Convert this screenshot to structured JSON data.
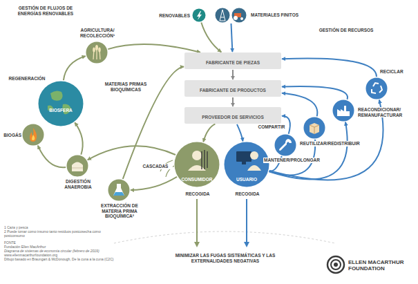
{
  "diagram": {
    "nodes": [
      {
        "text": [
          "RENOVABLES"
        ]
      },
      {
        "text": [
          "MATERIALES FINITOS"
        ]
      },
      {
        "text": [
          "FABRICANTE DE PIEZAS"
        ]
      },
      {
        "text": [
          "FABRICANTE DE PRODUCTOS"
        ]
      },
      {
        "text": [
          "PROVEEDOR DE SERVICIOS"
        ]
      },
      {
        "text": [
          "CONSUMIDOR"
        ]
      },
      {
        "text": [
          "USUARIO"
        ]
      },
      {
        "text": [
          "AGRICULTURA/ RECOLECCIÓN¹"
        ]
      },
      {
        "text": [
          "BIOSFERA"
        ]
      },
      {
        "text": [
          "BIOGÁS"
        ]
      },
      {
        "text": [
          "DIGESTIÓN ANAEROBIA"
        ]
      },
      {
        "text": [
          "EXTRACCIÓN DE MATERIA PRIMA BIOQUÍMICA²"
        ]
      },
      {
        "text": [
          "MANTENER/PROLONGAR"
        ]
      },
      {
        "text": [
          "REUTILIZAR/REDISTRIBUIR"
        ]
      },
      {
        "text": [
          "REACONDICIONAR/ REMANUFACTURAR"
        ]
      },
      {
        "text": [
          "RECICLAR"
        ]
      }
    ],
    "edges": [
      {
        "from": 0,
        "to": 2,
        "arrow": "to"
      },
      {
        "from": 1,
        "to": 2,
        "arrow": "to"
      },
      {
        "from": 2,
        "to": 3,
        "arrow": "to"
      },
      {
        "from": 3,
        "to": 4,
        "arrow": "to"
      },
      {
        "from": 4,
        "to": 5,
        "arrow": "to"
      },
      {
        "from": 4,
        "to": 6,
        "arrow": "to"
      },
      {
        "from": 5,
        "to": 11,
        "arrow": "to"
      },
      {
        "from": 5,
        "to": 10,
        "arrow": "to"
      },
      {
        "from": 10,
        "to": 9,
        "arrow": "to"
      },
      {
        "from": 10,
        "to": 8,
        "arrow": "to"
      },
      {
        "from": 8,
        "to": 7,
        "arrow": "to"
      },
      {
        "from": 7,
        "to": 2,
        "arrow": "to"
      },
      {
        "from": 11,
        "to": 2,
        "arrow": "to"
      },
      {
        "from": 6,
        "to": 12,
        "arrow": "to"
      },
      {
        "from": 12,
        "to": 4,
        "arrow": "to"
      },
      {
        "from": 6,
        "to": 13,
        "arrow": "to"
      },
      {
        "from": 13,
        "to": 3,
        "arrow": "to"
      },
      {
        "from": 6,
        "to": 14,
        "arrow": "to"
      },
      {
        "from": 14,
        "to": 3,
        "arrow": "to"
      },
      {
        "from": 6,
        "to": 15,
        "arrow": "to"
      },
      {
        "from": 15,
        "to": 2,
        "arrow": "to"
      }
    ],
    "labels": [
      "GESTIÓN DE FLUJOS DE ENERGÍAS RENOVABLES",
      "GESTIÓN DE RECURSOS",
      "REGENERACIÓN",
      "MATERIAS PRIMAS BIOQUÍMICAS",
      "CASCADAS",
      "RECOGIDA",
      "RECOGIDA",
      "COMPARTIR",
      "MINIMIZAR LAS FUGAS SISTEMÁTICAS Y LAS EXTERNALIDADES NEGATIVAS",
      "1 Caza y pesca",
      "2 Puede tomar como insumo tanto residuos postcosecha como postconsumo",
      "FONTE",
      "Fundación Ellen MacArthur",
      "Diagrama de sistemas de economía circular (febrero de 2019)",
      "www.ellenmacarthurfoundation.org",
      "Dibujo basado en Braungart & McDonough, De la cuna a la cuna (C2C)",
      "ELLEN MACARTHUR FOUNDATION"
    ]
  }
}
